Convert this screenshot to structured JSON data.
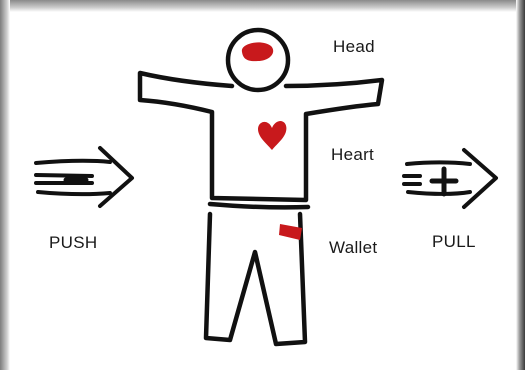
{
  "labels": {
    "head": "Head",
    "heart": "Heart",
    "wallet": "Wallet",
    "push": "PUSH",
    "pull": "PULL"
  },
  "colors": {
    "ink": "#111111",
    "accent_red": "#c8191c",
    "background": "#ffffff"
  },
  "icons": {
    "push_arrow": "minus-arrow-icon",
    "pull_arrow": "plus-arrow-icon"
  }
}
